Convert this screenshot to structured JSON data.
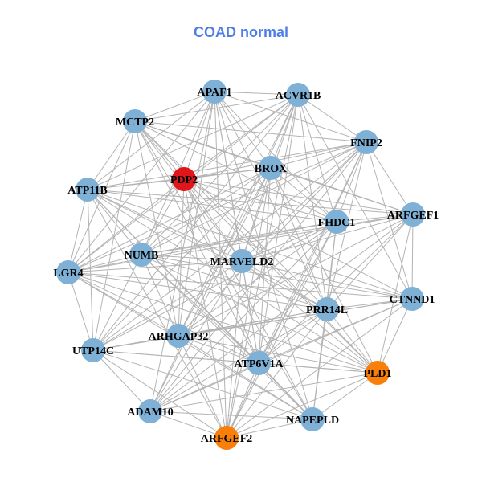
{
  "title": "COAD normal",
  "colors": {
    "default": "#7fb0d6",
    "red": "#e0161b",
    "orange": "#f87f0a",
    "edge": "#b3b3b3"
  },
  "nodes": [
    {
      "name": "APAF1",
      "color": "default"
    },
    {
      "name": "ACVR1B",
      "color": "default"
    },
    {
      "name": "MCTP2",
      "color": "default"
    },
    {
      "name": "FNIP2",
      "color": "default"
    },
    {
      "name": "BROX",
      "color": "default"
    },
    {
      "name": "PDP2",
      "color": "red"
    },
    {
      "name": "ATP11B",
      "color": "default"
    },
    {
      "name": "ARFGEF1",
      "color": "default"
    },
    {
      "name": "FHDC1",
      "color": "default"
    },
    {
      "name": "NUMB",
      "color": "default"
    },
    {
      "name": "MARVELD2",
      "color": "default"
    },
    {
      "name": "LGR4",
      "color": "default"
    },
    {
      "name": "CTNND1",
      "color": "default"
    },
    {
      "name": "PRR14L",
      "color": "default"
    },
    {
      "name": "ARHGAP32",
      "color": "default"
    },
    {
      "name": "UTP14C",
      "color": "default"
    },
    {
      "name": "ATP6V1A",
      "color": "default"
    },
    {
      "name": "PLD1",
      "color": "orange"
    },
    {
      "name": "ADAM10",
      "color": "default"
    },
    {
      "name": "NAPEPLD",
      "color": "default"
    },
    {
      "name": "ARFGEF2",
      "color": "orange"
    }
  ],
  "adjacency": {
    "0": [
      1,
      2,
      3,
      4,
      5,
      6,
      8,
      9,
      10,
      11,
      13,
      14,
      16,
      18,
      19,
      20
    ],
    "1": [
      2,
      3,
      4,
      5,
      6,
      8,
      9,
      10,
      11,
      12,
      13,
      14,
      15,
      16,
      18,
      20
    ],
    "2": [
      3,
      4,
      5,
      6,
      7,
      8,
      10,
      11,
      13,
      14,
      15,
      16,
      17,
      19
    ],
    "3": [
      4,
      5,
      6,
      7,
      8,
      9,
      10,
      11,
      12,
      13,
      14,
      15,
      16,
      18,
      20
    ],
    "4": [
      5,
      6,
      7,
      8,
      9,
      10,
      11,
      13,
      14,
      15,
      16,
      17,
      18,
      20
    ],
    "5": [
      6,
      7,
      8,
      9,
      10,
      11,
      12,
      14,
      16,
      17,
      19,
      20
    ],
    "6": [
      7,
      8,
      9,
      10,
      11,
      12,
      13,
      15,
      16,
      17,
      19,
      20
    ],
    "7": [
      8,
      9,
      10,
      11,
      12,
      13,
      14,
      16,
      17,
      18
    ],
    "8": [
      9,
      10,
      11,
      13,
      14,
      15,
      16,
      18,
      19,
      20
    ],
    "9": [
      10,
      11,
      12,
      13,
      14,
      15,
      16,
      17,
      19
    ],
    "10": [
      11,
      12,
      13,
      15,
      16,
      17,
      18,
      20
    ],
    "11": [
      12,
      13,
      14,
      15,
      16,
      17,
      19
    ],
    "12": [
      13,
      14,
      15,
      16,
      17,
      18,
      20
    ],
    "13": [
      14,
      15,
      16,
      17,
      18,
      19,
      20
    ],
    "14": [
      15,
      16,
      17,
      19,
      20
    ],
    "15": [
      16,
      17,
      18,
      19,
      20
    ],
    "16": [
      17,
      18,
      19,
      20
    ],
    "17": [
      18,
      19,
      20
    ],
    "18": [
      19,
      20
    ],
    "19": [
      20
    ]
  }
}
